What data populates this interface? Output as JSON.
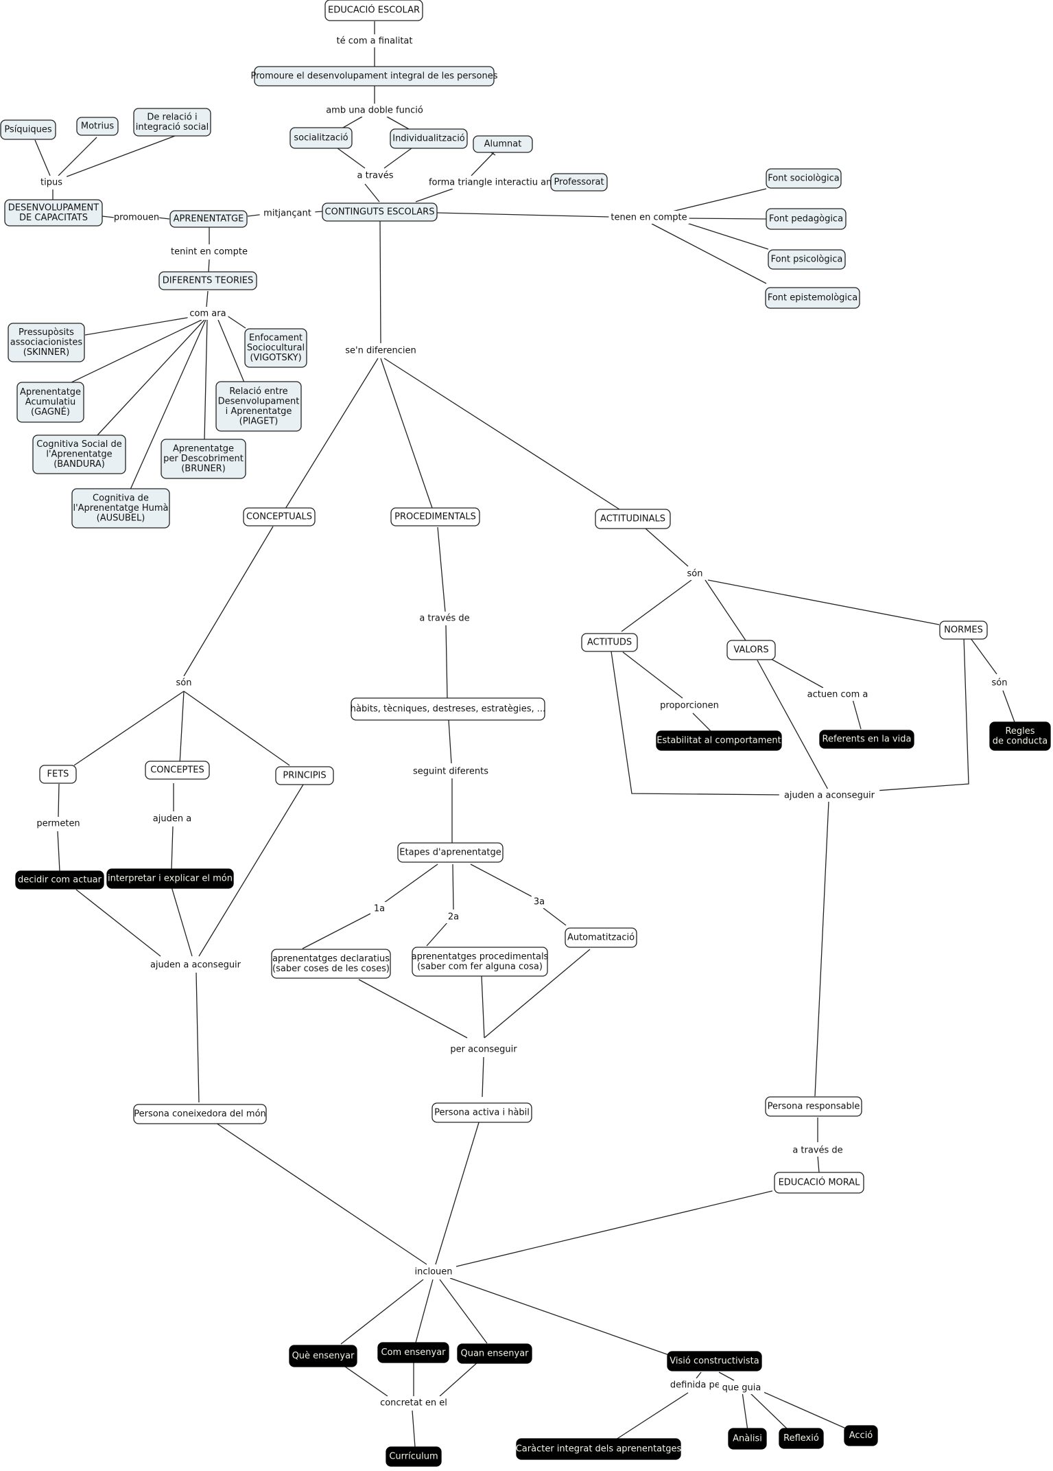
{
  "nodes": {
    "n_educacio": {
      "text": [
        "EDUCACIÓ ESCOLAR"
      ],
      "style": "white"
    },
    "n_promoure": {
      "text": [
        "Promoure el desenvolupament integral de les persones"
      ],
      "style": "blue"
    },
    "n_socialitzacio": {
      "text": [
        "socialització"
      ],
      "style": "blue"
    },
    "n_individualitzacio": {
      "text": [
        "Individualització"
      ],
      "style": "blue"
    },
    "n_alumnat": {
      "text": [
        "Alumnat"
      ],
      "style": "blue"
    },
    "n_professorat": {
      "text": [
        "Professorat"
      ],
      "style": "blue"
    },
    "n_continguts": {
      "text": [
        "CONTINGUTS ESCOLARS"
      ],
      "style": "blue"
    },
    "n_psiquiques": {
      "text": [
        "Psíquiques"
      ],
      "style": "blue"
    },
    "n_motrius": {
      "text": [
        "Motrius"
      ],
      "style": "blue"
    },
    "n_relacio": {
      "text": [
        "De relació i",
        "integració social"
      ],
      "style": "blue"
    },
    "n_desenv": {
      "text": [
        "DESENVOLUPAMENT",
        "DE CAPACITATS"
      ],
      "style": "blue"
    },
    "n_aprenentatge": {
      "text": [
        "APRENENTATGE"
      ],
      "style": "blue"
    },
    "n_teories": {
      "text": [
        "DIFERENTS TEORIES"
      ],
      "style": "blue"
    },
    "n_skinner": {
      "text": [
        "Pressupòsits",
        "associacionistes",
        "(SKINNER)"
      ],
      "style": "blue"
    },
    "n_vigotsky": {
      "text": [
        "Enfocament",
        "Sociocultural",
        "(VIGOTSKY)"
      ],
      "style": "blue"
    },
    "n_gagne": {
      "text": [
        "Aprenentatge",
        "Acumulatiu",
        "(GAGNÉ)"
      ],
      "style": "blue"
    },
    "n_piaget": {
      "text": [
        "Relació entre",
        "Desenvolupament",
        "i Aprenentatge",
        "(PIAGET)"
      ],
      "style": "blue"
    },
    "n_bandura": {
      "text": [
        "Cognitiva Social de",
        "l'Aprenentatge",
        "(BANDURA)"
      ],
      "style": "blue"
    },
    "n_bruner": {
      "text": [
        "Aprenentatge",
        "per Descobriment",
        "(BRUNER)"
      ],
      "style": "blue"
    },
    "n_ausubel": {
      "text": [
        "Cognitiva de",
        "l'Aprenentatge Humà",
        "(AUSUBEL)"
      ],
      "style": "blue"
    },
    "n_sociologica": {
      "text": [
        "Font sociològica"
      ],
      "style": "blue"
    },
    "n_pedagogica": {
      "text": [
        "Font pedagògica"
      ],
      "style": "blue"
    },
    "n_psicologica": {
      "text": [
        "Font psicològica"
      ],
      "style": "blue"
    },
    "n_epistemologica": {
      "text": [
        "Font epistemològica"
      ],
      "style": "blue"
    },
    "n_conceptuals": {
      "text": [
        "CONCEPTUALS"
      ],
      "style": "white"
    },
    "n_procedimentals": {
      "text": [
        "PROCEDIMENTALS"
      ],
      "style": "white"
    },
    "n_actitudinals": {
      "text": [
        "ACTITUDINALS"
      ],
      "style": "white"
    },
    "n_fets": {
      "text": [
        "FETS"
      ],
      "style": "white"
    },
    "n_conceptes": {
      "text": [
        "CONCEPTES"
      ],
      "style": "white"
    },
    "n_principis": {
      "text": [
        "PRINCIPIS"
      ],
      "style": "white"
    },
    "n_decidir": {
      "text": [
        "decidir com actuar"
      ],
      "style": "black"
    },
    "n_interpretar": {
      "text": [
        "interpretar i explicar el món"
      ],
      "style": "black"
    },
    "n_habits": {
      "text": [
        "hàbits, tècniques, destreses, estratègies, ..."
      ],
      "style": "white"
    },
    "n_etapes": {
      "text": [
        "Etapes d'aprenentatge"
      ],
      "style": "white"
    },
    "n_declaratius": {
      "text": [
        "aprenentatges declaratius",
        "(saber coses de les coses)"
      ],
      "style": "white"
    },
    "n_aprocedimentals": {
      "text": [
        "aprenentatges procedimentals",
        "(saber com fer alguna cosa)"
      ],
      "style": "white"
    },
    "n_automatitzacio": {
      "text": [
        "Automatització"
      ],
      "style": "white"
    },
    "n_actituds": {
      "text": [
        "ACTITUDS"
      ],
      "style": "white"
    },
    "n_valors": {
      "text": [
        "VALORS"
      ],
      "style": "white"
    },
    "n_normes": {
      "text": [
        "NORMES"
      ],
      "style": "white"
    },
    "n_estabilitat": {
      "text": [
        "Estabilitat al comportament"
      ],
      "style": "black"
    },
    "n_referents": {
      "text": [
        "Referents en la vida"
      ],
      "style": "black"
    },
    "n_regles": {
      "text": [
        "Regles",
        "de conducta"
      ],
      "style": "black"
    },
    "n_coneixedora": {
      "text": [
        "Persona coneixedora del món"
      ],
      "style": "white"
    },
    "n_activa": {
      "text": [
        "Persona activa i hàbil"
      ],
      "style": "white"
    },
    "n_responsable": {
      "text": [
        "Persona responsable"
      ],
      "style": "white"
    },
    "n_moral": {
      "text": [
        "EDUCACIÓ MORAL"
      ],
      "style": "white"
    },
    "n_que": {
      "text": [
        "Què ensenyar"
      ],
      "style": "black"
    },
    "n_com": {
      "text": [
        "Com ensenyar"
      ],
      "style": "black"
    },
    "n_quan": {
      "text": [
        "Quan ensenyar"
      ],
      "style": "black"
    },
    "n_visio": {
      "text": [
        "Visió constructivista"
      ],
      "style": "black"
    },
    "n_curriculum": {
      "text": [
        "Currículum"
      ],
      "style": "black"
    },
    "n_caracter": {
      "text": [
        "Caràcter integrat dels aprenentatges"
      ],
      "style": "black"
    },
    "n_analisi": {
      "text": [
        "Anàlisi"
      ],
      "style": "black"
    },
    "n_reflexio": {
      "text": [
        "Reflexió"
      ],
      "style": "black"
    },
    "n_accio": {
      "text": [
        "Acció"
      ],
      "style": "black"
    }
  },
  "link_labels": {
    "l_finalitat": "té com a finalitat",
    "l_doble": "amb una doble funció",
    "l_atraves": "a través",
    "l_triangle": "forma triangle interactiu amb",
    "l_tipus": "tipus",
    "l_promouen": "promouen",
    "l_mitjancant": "mitjançant",
    "l_tenint": "tenint en compte",
    "l_comara": "com ara",
    "l_tenen": "tenen en compte",
    "l_diferencien": "se'n diferencien",
    "l_son1": "són",
    "l_permeten": "permeten",
    "l_ajuden_a": "ajuden a",
    "l_ajuden_ac1": "ajuden a aconseguir",
    "l_atraves_de1": "a través de",
    "l_seguint": "seguint diferents",
    "l_1a": "1a",
    "l_2a": "2a",
    "l_3a": "3a",
    "l_per": "per aconseguir",
    "l_son2": "són",
    "l_proporcionen": "proporcionen",
    "l_actuen": "actuen com a",
    "l_son3": "són",
    "l_ajuden_ac2": "ajuden a aconseguir",
    "l_atraves_de2": "a través de",
    "l_inclouen": "inclouen",
    "l_concretat": "concretat en el",
    "l_definida": "definida per",
    "l_queguia": "que guia"
  }
}
